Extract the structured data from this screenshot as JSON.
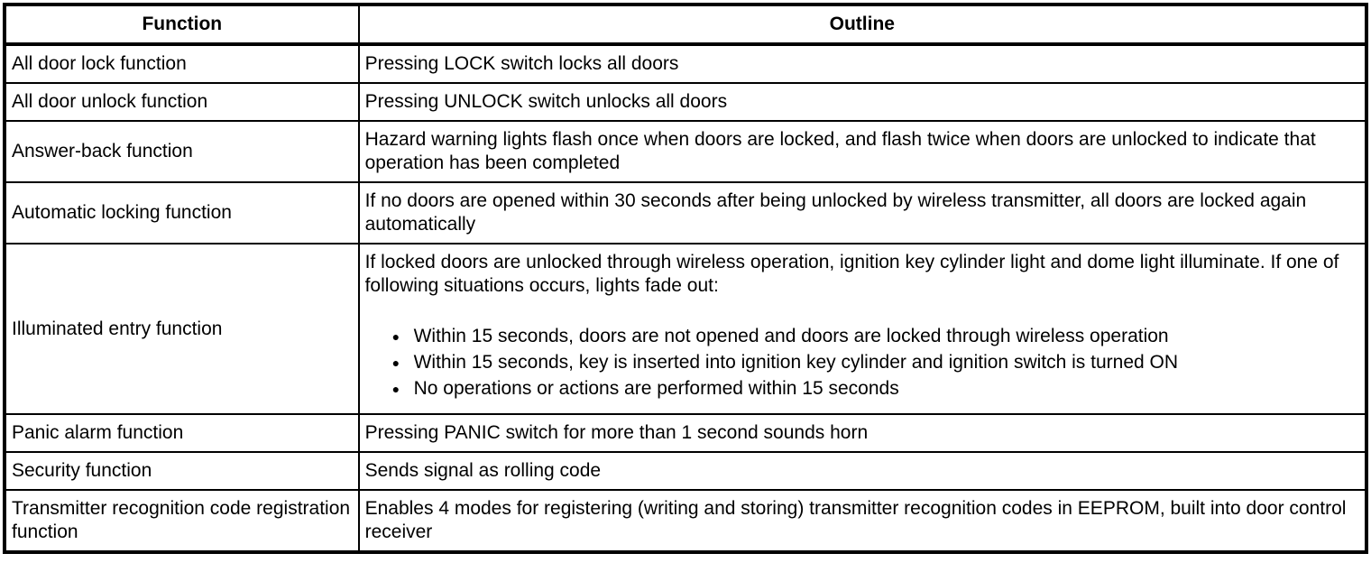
{
  "table": {
    "columns": [
      {
        "label": "Function"
      },
      {
        "label": "Outline"
      }
    ],
    "rows": [
      {
        "function": "All door lock function",
        "outline": "Pressing LOCK switch locks all doors"
      },
      {
        "function": "All door unlock function",
        "outline": "Pressing UNLOCK switch unlocks all doors"
      },
      {
        "function": "Answer-back function",
        "outline": "Hazard warning lights flash once when doors are locked, and flash twice when doors are unlocked to indicate that operation has been completed"
      },
      {
        "function": "Automatic locking function",
        "outline": "If no doors are opened within 30 seconds after being unlocked by wireless transmitter, all doors are locked again automatically"
      },
      {
        "function": "Illuminated entry function",
        "outline": "If locked doors are unlocked through wireless operation, ignition key cylinder light and dome light illuminate. If one of following situations occurs, lights fade out:",
        "bullets": [
          "Within 15 seconds, doors are not opened and doors are locked through wireless operation",
          "Within 15 seconds, key is inserted into ignition key cylinder and ignition switch is turned ON",
          "No operations or actions are performed within 15 seconds"
        ]
      },
      {
        "function": "Panic alarm function",
        "outline": "Pressing PANIC switch for more than 1 second sounds horn"
      },
      {
        "function": "Security function",
        "outline": "Sends signal as rolling code"
      },
      {
        "function": "Transmitter recognition code registration function",
        "outline": "Enables 4 modes for registering (writing and storing) transmitter recognition codes in EEPROM, built into door control receiver"
      }
    ],
    "colors": {
      "text": "#000000",
      "background": "#ffffff",
      "border": "#000000"
    }
  }
}
